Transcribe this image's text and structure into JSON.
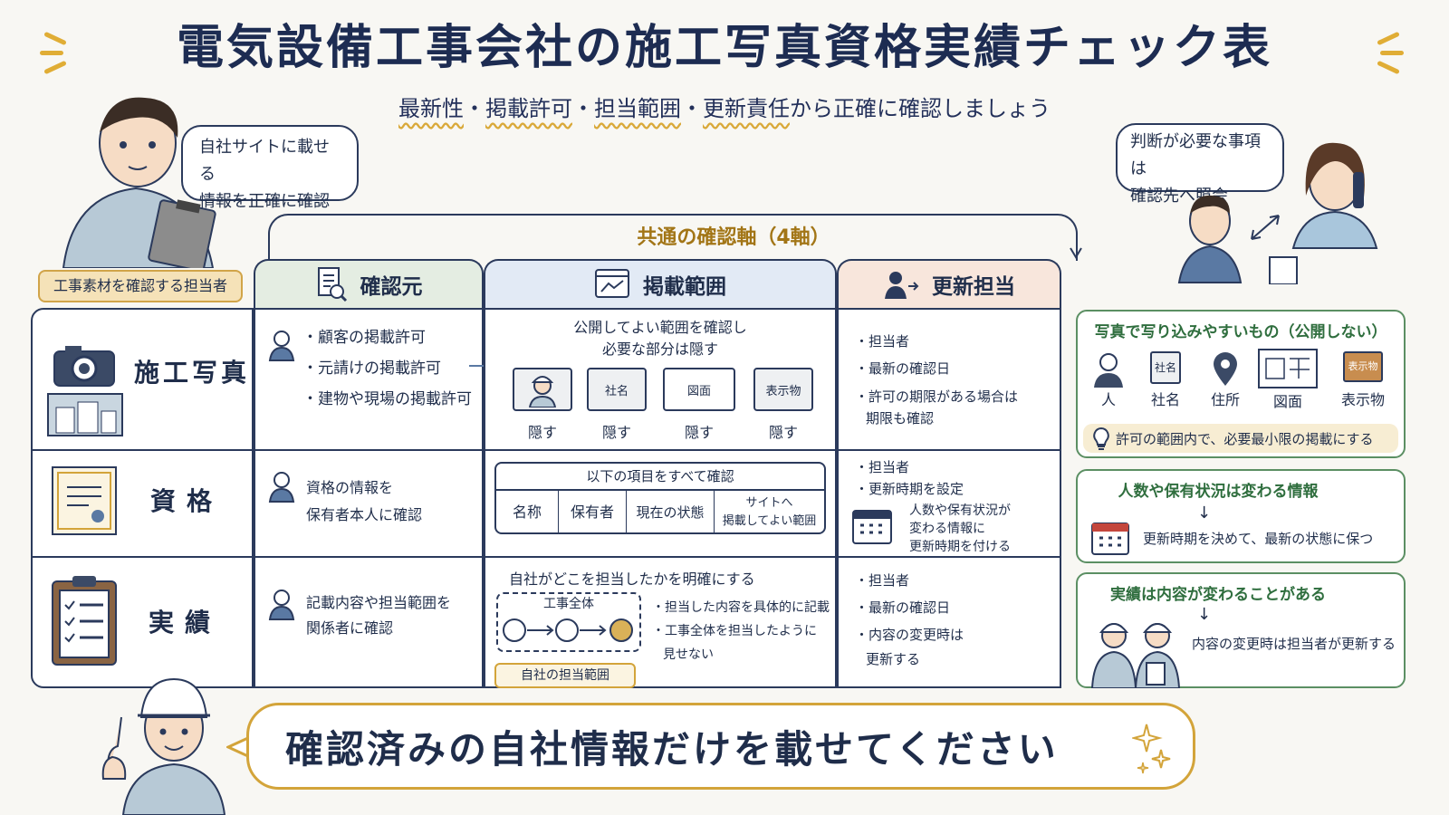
{
  "title": "電気設備工事会社の施工写真資格実績チェック表",
  "subtitle": {
    "items": [
      "最新性",
      "掲載許可",
      "担当範囲",
      "更新責任"
    ],
    "separator": "・",
    "suffix": "から正確に確認しましょう"
  },
  "left_bubble": {
    "line1": "自社サイトに載せる",
    "line2": "情報を正確に確認"
  },
  "left_role": "工事素材を確認する担当者",
  "right_bubble": {
    "line1": "判断が必要な事項は",
    "line2": "確認先へ照会"
  },
  "axis_label": "共通の確認軸（4軸）",
  "columns": {
    "source": "確認元",
    "scope": "掲載範囲",
    "owner": "更新担当"
  },
  "rows": {
    "photo": {
      "label": "施工写真",
      "source": [
        "・顧客の掲載許可",
        "・元請けの掲載許可",
        "・建物や現場の掲載許可"
      ],
      "scope_title1": "公開してよい範囲を確認し",
      "scope_title2": "必要な部分は隠す",
      "hide_items": [
        {
          "icon": "",
          "label": "隠す"
        },
        {
          "icon": "社名",
          "label": "隠す"
        },
        {
          "icon": "図面",
          "label": "隠す"
        },
        {
          "icon": "表示物",
          "label": "隠す"
        }
      ],
      "owner": [
        "・担当者",
        "・最新の確認日",
        "・許可の期限がある場合は",
        "期限も確認"
      ]
    },
    "qual": {
      "label": "資格",
      "source1": "資格の情報を",
      "source2": "保有者本人に確認",
      "table_title": "以下の項目をすべて確認",
      "table_cols": [
        "名称",
        "保有者",
        "現在の状態",
        "サイトへ",
        "掲載してよい範囲"
      ],
      "owner": [
        "・担当者",
        "・更新時期を設定"
      ],
      "owner_note": [
        "人数や保有状況が",
        "変わる情報に",
        "更新時期を付ける"
      ]
    },
    "record": {
      "label": "実績",
      "source1": "記載内容や担当範囲を",
      "source2": "関係者に確認",
      "scope_title": "自社がどこを担当したかを明確にする",
      "flow_label": "工事全体",
      "flow_scope_label": "自社の担当範囲",
      "scope_notes": [
        "・担当した内容を具体的に記載",
        "・工事全体を担当したように",
        "見せない"
      ],
      "owner": [
        "・担当者",
        "・最新の確認日",
        "・内容の変更時は",
        "更新する"
      ]
    }
  },
  "side_panel_1": {
    "title": "写真で写り込みやすいもの（公開しない）",
    "icons": [
      {
        "name": "person-icon",
        "label": "人"
      },
      {
        "name": "company-sign-icon",
        "label": "社名",
        "glyph": "社名"
      },
      {
        "name": "location-pin-icon",
        "label": "住所"
      },
      {
        "name": "blueprint-icon",
        "label": "図面"
      },
      {
        "name": "signboard-icon",
        "label": "表示物",
        "glyph": "表示物"
      }
    ],
    "note": "許可の範囲内で、必要最小限の掲載にする"
  },
  "side_panel_2": {
    "title": "人数や保有状況は変わる情報",
    "arrow": "↓",
    "note": "更新時期を決めて、最新の状態に保つ"
  },
  "side_panel_3": {
    "title": "実績は内容が変わることがある",
    "arrow": "↓",
    "note": "内容の変更時は担当者が更新する"
  },
  "cta": "確認済みの自社情報だけを載せてください",
  "colors": {
    "navy": "#1d2c52",
    "gold": "#d3a43a",
    "green_header": "#e4ede2",
    "blue_header": "#e2eaf5",
    "peach_header": "#f8e6dc",
    "side_green": "#2f6e3e"
  }
}
